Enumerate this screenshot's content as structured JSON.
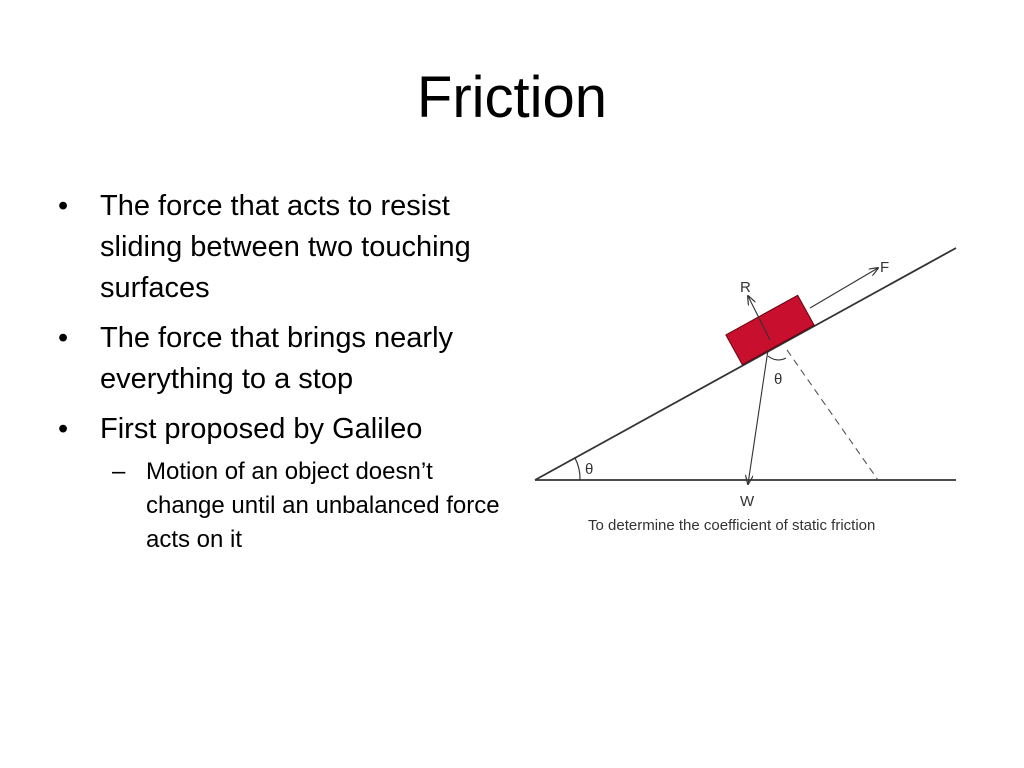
{
  "slide": {
    "title": "Friction",
    "bullets": [
      "The force that acts to resist sliding between two touching surfaces",
      "The force that brings nearly everything to a stop",
      "First proposed by Galileo"
    ],
    "sub_bullet": "Motion of an object doesn’t change until an unbalanced force acts on it",
    "bullet_marker": "•",
    "sub_marker": "–"
  },
  "diagram": {
    "label_r": "R",
    "label_f": "F",
    "label_w": "W",
    "theta_base": "θ",
    "theta_block": "θ",
    "caption": "To determine the coefficient of static friction",
    "block_color": "#c8102e"
  }
}
